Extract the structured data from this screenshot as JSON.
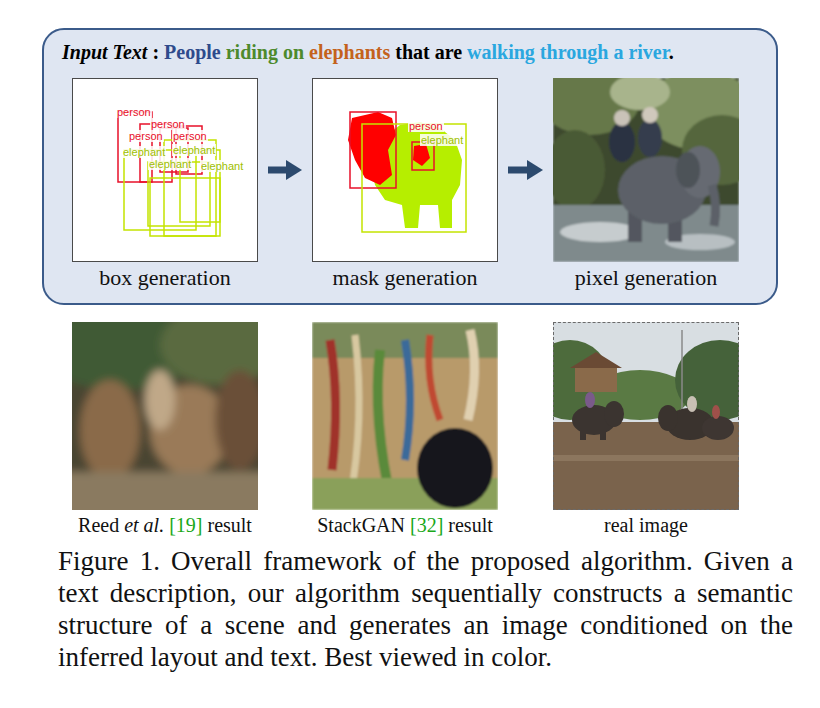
{
  "diagram": {
    "caption": "Figure 1. Overall framework of the proposed algorithm. Given a text description, our algorithm sequentially constructs a semantic structure of a scene and generates an image conditioned on the inferred layout and text. Best viewed in color.",
    "nodes": [
      {
        "text": [
          "Input Text",
          ":",
          "People",
          "riding on",
          "elephants",
          "that are",
          "walking through a river",
          "."
        ]
      },
      {
        "text": [
          "box generation"
        ],
        "in": 0
      },
      {
        "text": [
          "mask generation"
        ],
        "in": 0
      },
      {
        "text": [
          "pixel generation"
        ],
        "in": 0
      },
      {
        "text": [
          "Reed",
          "et al.",
          "[19]",
          "result"
        ]
      },
      {
        "text": [
          "StackGAN",
          "[32]",
          "result"
        ]
      },
      {
        "text": [
          "real image"
        ]
      }
    ],
    "edges": [
      {
        "from": 1,
        "to": 2,
        "arrow": "to"
      },
      {
        "from": 2,
        "to": 3,
        "arrow": "to"
      }
    ],
    "labels": [
      "person",
      "person",
      "person",
      "person",
      "elephant",
      "elephant",
      "elephant",
      "elephant",
      "person",
      "elephant"
    ]
  }
}
